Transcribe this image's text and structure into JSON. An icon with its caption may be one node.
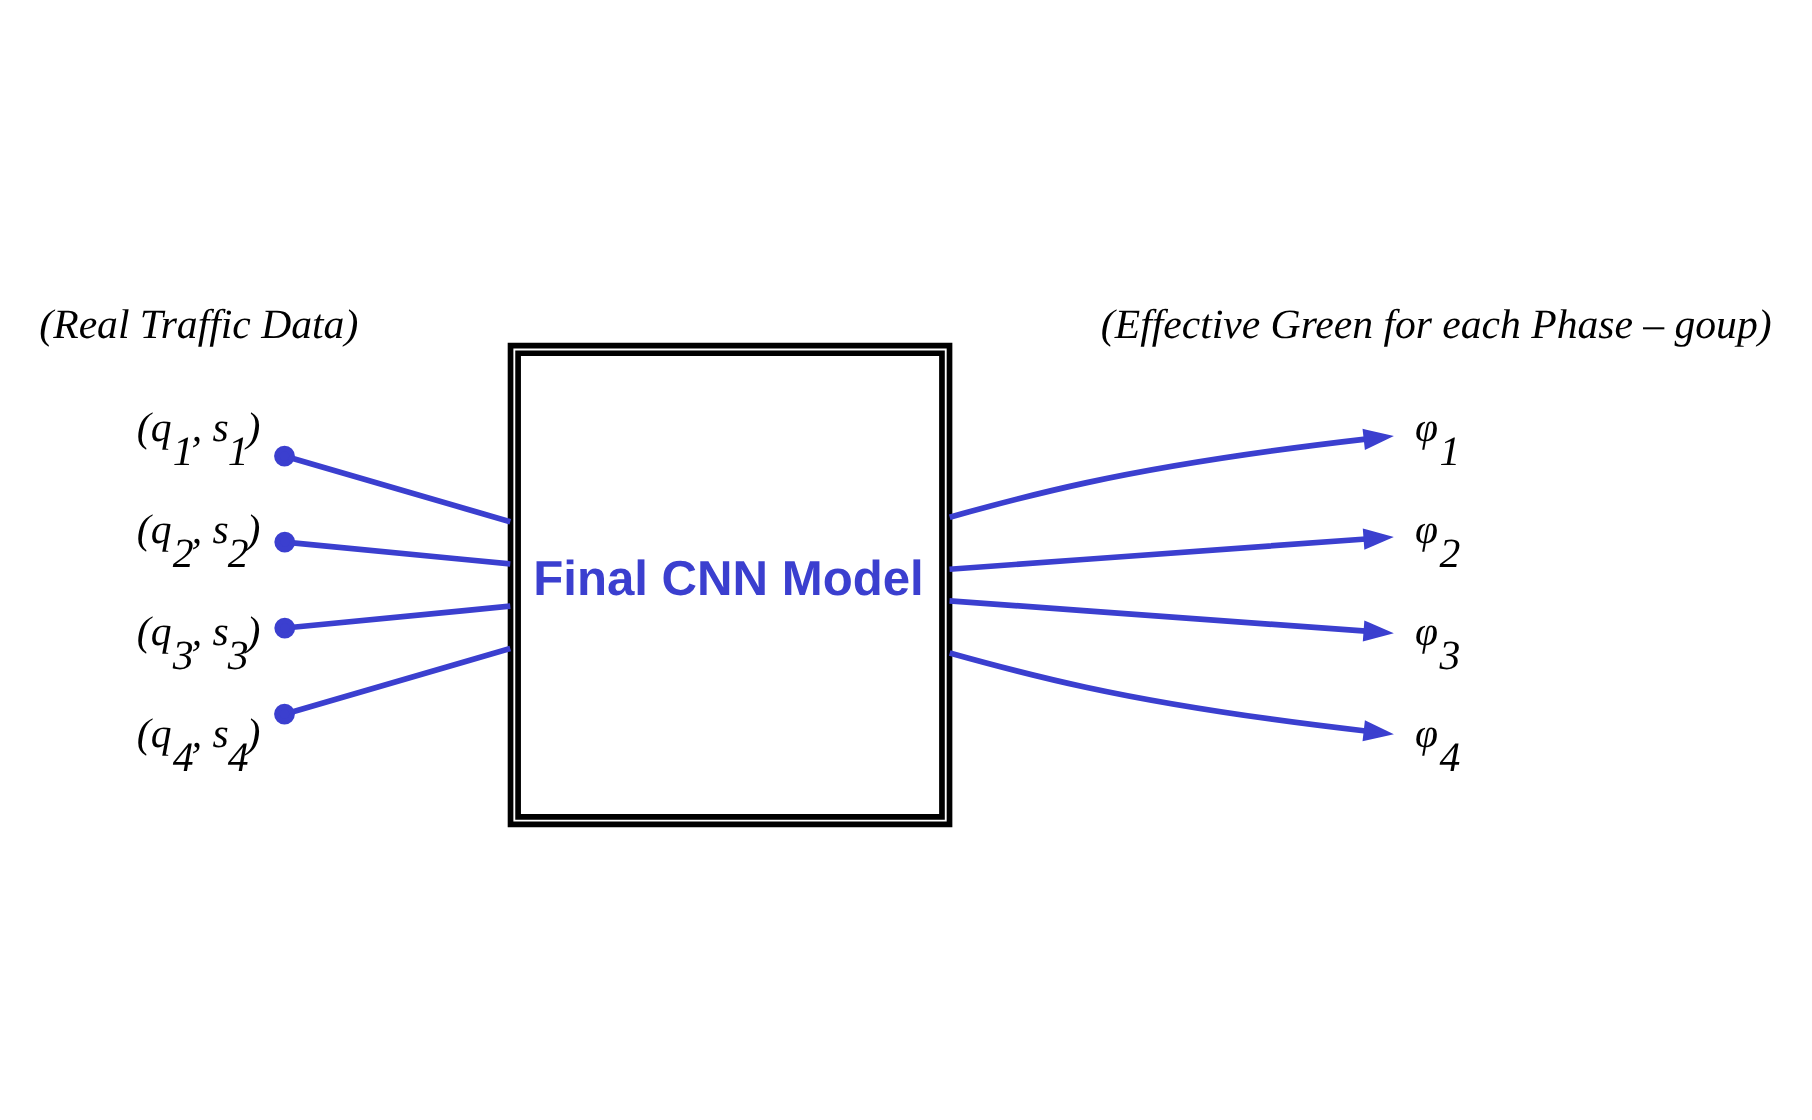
{
  "diagram": {
    "nodes": [
      {
        "text": [
          "Final CNN Model"
        ]
      },
      {
        "text": [
          "(q$_{1}$, s$_{1}$)"
        ]
      },
      {
        "text": [
          "(q$_{2}$, s$_{2}$)"
        ]
      },
      {
        "text": [
          "(q$_{3}$, s$_{3}$)"
        ]
      },
      {
        "text": [
          "(q$_{4}$, s$_{4}$)"
        ]
      },
      {
        "text": [
          "φ$_{1}$"
        ]
      },
      {
        "text": [
          "φ$_{2}$"
        ]
      },
      {
        "text": [
          "φ$_{3}$"
        ]
      },
      {
        "text": [
          "φ$_{4}$"
        ]
      }
    ],
    "edges": [
      {
        "from": 1,
        "to": 0,
        "arrow": "other"
      },
      {
        "from": 2,
        "to": 0,
        "arrow": "other"
      },
      {
        "from": 3,
        "to": 0,
        "arrow": "other"
      },
      {
        "from": 4,
        "to": 0,
        "arrow": "other"
      },
      {
        "from": 0,
        "to": 5,
        "arrow": "to"
      },
      {
        "from": 0,
        "to": 6,
        "arrow": "to"
      },
      {
        "from": 0,
        "to": 7,
        "arrow": "to"
      },
      {
        "from": 0,
        "to": 8,
        "arrow": "to"
      }
    ],
    "labels": [
      "(Real Traffic Data)",
      "(Effective Green for each Phase – goup)"
    ]
  }
}
